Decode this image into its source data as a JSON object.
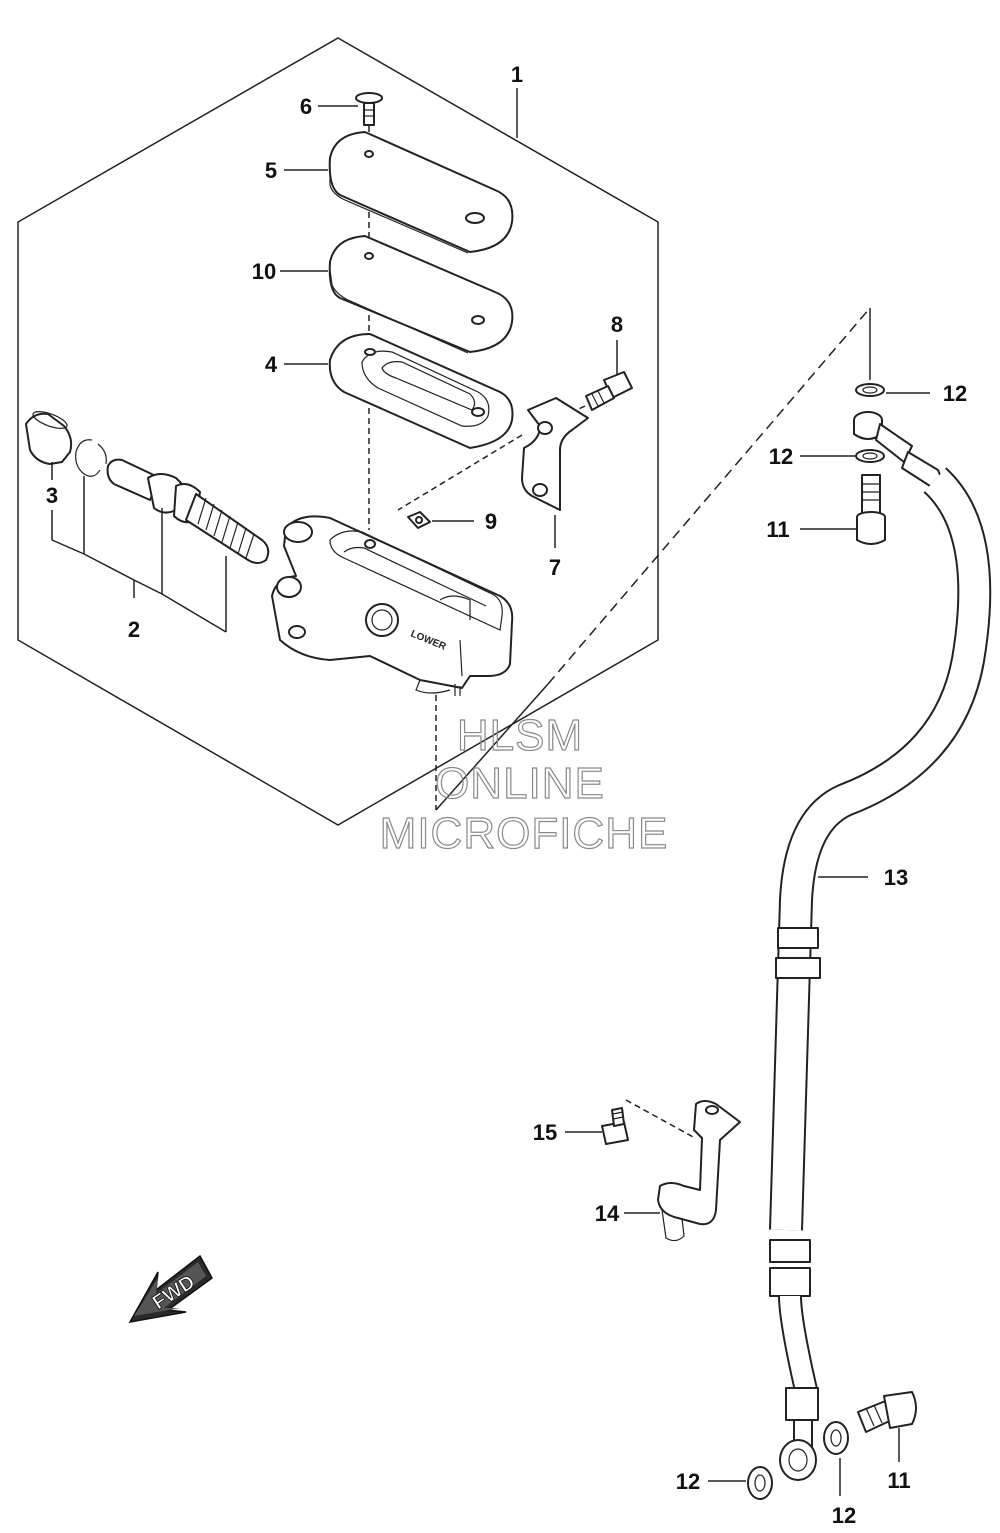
{
  "labels": {
    "l1": "1",
    "l2": "2",
    "l3": "3",
    "l4": "4",
    "l5": "5",
    "l6": "6",
    "l7": "7",
    "l8": "8",
    "l9": "9",
    "l10": "10",
    "l11a": "11",
    "l11b": "11",
    "l12a": "12",
    "l12b": "12",
    "l12c": "12",
    "l12d": "12",
    "l13": "13",
    "l14": "14",
    "l15": "15"
  },
  "watermark": {
    "line1": "HLSM",
    "line2": "ONLINE",
    "line3": "MICROFICHE"
  },
  "fwd": "FWD",
  "reservoir_mark": "LOWER"
}
